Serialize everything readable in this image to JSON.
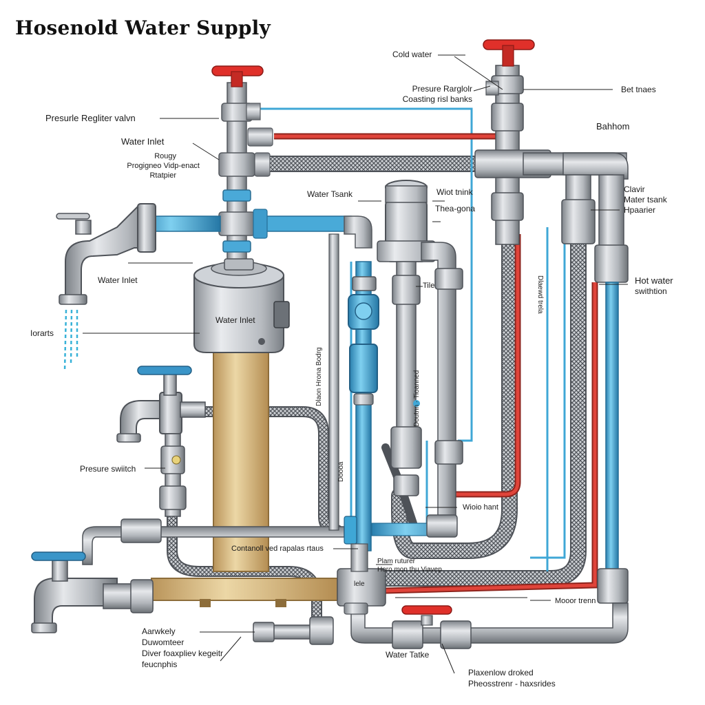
{
  "title": "Hosenold Water Supply",
  "labels": {
    "cold_water": "Cold water",
    "pressure_regulator_top": "Presure Rarglolr",
    "coasting_bank": "Coasting risl banks",
    "bet_tnaes": "Bet tnaes",
    "bathroom": "Bahhom",
    "pressure_regulator_valve": "Presurle Regliter valvn",
    "water_inlet_top": "Water Inlet",
    "rougy_note": [
      "Rougy",
      "Progigneo Vidp-enact",
      "Rtatpier"
    ],
    "water_tank_top": "Water Tsank",
    "wiot_tank": "Wiot tnink",
    "thea_gona": "Thea-gona",
    "claver_tank": [
      "Clavir",
      "Mater tsank",
      "Hpaarier"
    ],
    "water_inlet_left": "Water Inlet",
    "water_inlet_tank": "Water Inlet",
    "hot_water_switch": [
      "Hot water",
      "swithtion"
    ],
    "lorarts": "Iorarts",
    "tile": "Tile",
    "pressure_switch": "Presure swiitch",
    "wioio_hant": "Wioio hant",
    "contanol": "Contanoll ved rapalas rtaus",
    "plan_tuner": [
      "Plam ruturer",
      "Horo mon thu Viavep"
    ],
    "lele": "lele",
    "moor_tenn": "Mooor trenn",
    "water_tatk": "Water Tatke",
    "airwkely": [
      "Aarwkely",
      "Duwomteer",
      "Diver foaxpliev kegeitr",
      "feucnphis"
    ],
    "plaxenlow": [
      "Plaxenlow droked",
      "Pheosstrenr - haxsrides"
    ],
    "vert_left": "Dlaon Hrona Bodrg",
    "vert_mid": "Doutnn · Tioanned",
    "vert_small": "Doooa",
    "vert_right": "Dlaewd trela"
  },
  "colors": {
    "pipe_grey": "#b8bcc2",
    "pipe_dark": "#54585e",
    "cold_blue": "#3fa7d6",
    "hot_red": "#d63a2f",
    "brass": "#d9bb84",
    "valve_red": "#e0302a"
  },
  "icons": [
    "faucet-icon",
    "valve-handle-icon",
    "water-tank-icon",
    "pressure-gauge-icon",
    "flexible-hose-icon",
    "water-drops-icon"
  ]
}
